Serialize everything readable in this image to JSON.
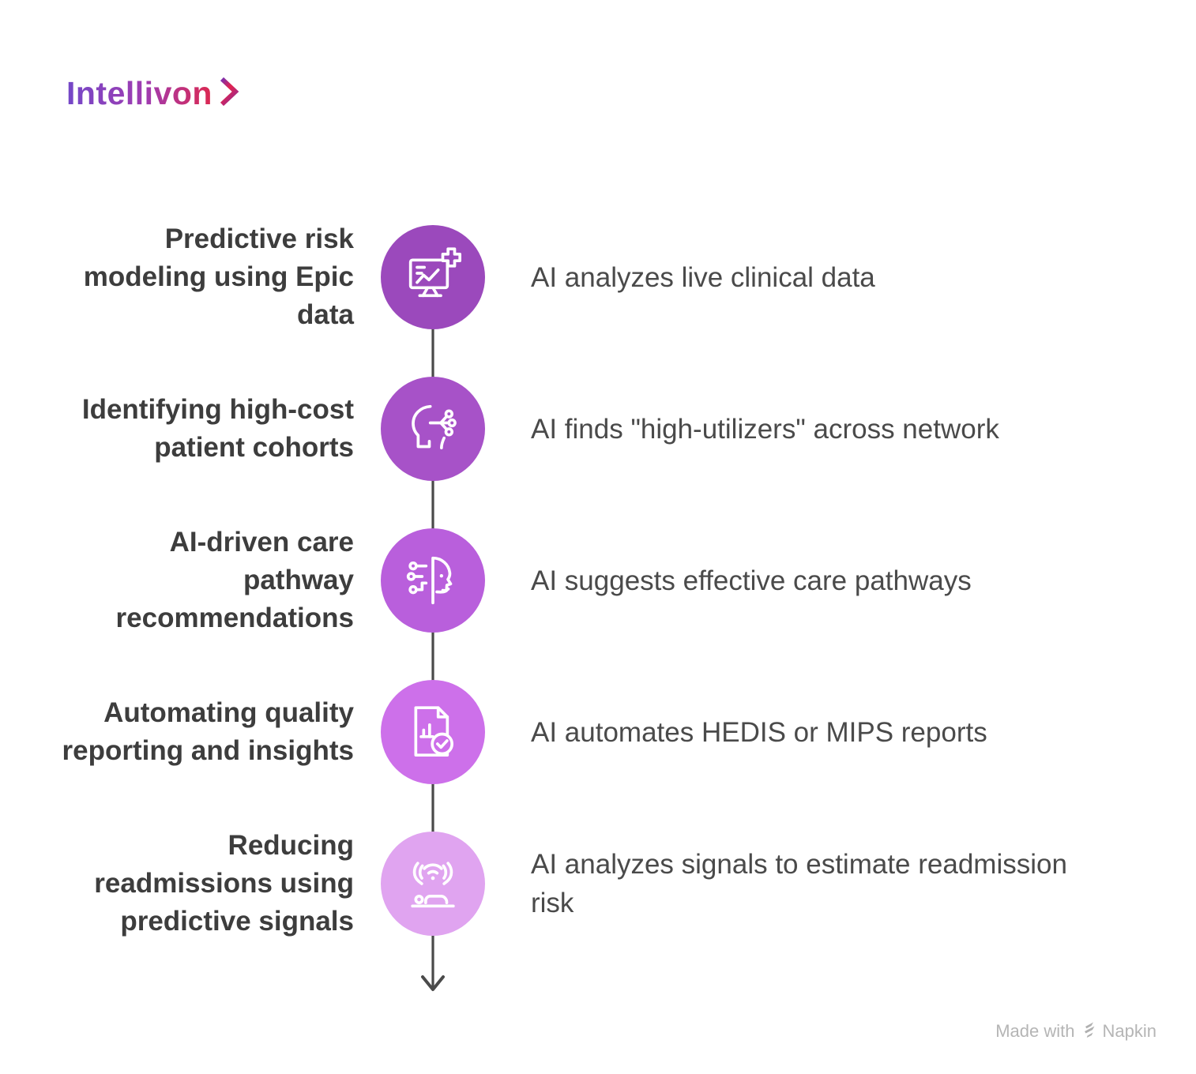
{
  "logo": {
    "text": "Intellivon",
    "chevron": "chevron-right"
  },
  "timeline": {
    "items": [
      {
        "title": "Predictive risk\nmodeling using Epic\ndata",
        "description": "AI analyzes live clinical data",
        "icon": "monitor-chart-medical-icon",
        "circle_color": "#9b49bc"
      },
      {
        "title": "Identifying high-cost\npatient cohorts",
        "description": "AI finds \"high-utilizers\" across network",
        "icon": "head-circuit-icon",
        "circle_color": "#a752c8"
      },
      {
        "title": "AI-driven care\npathway\nrecommendations",
        "description": "AI suggests effective care pathways",
        "icon": "face-circuit-icon",
        "circle_color": "#b95fdc"
      },
      {
        "title": "Automating quality\nreporting and insights",
        "description": "AI automates HEDIS or MIPS reports",
        "icon": "document-chart-check-icon",
        "circle_color": "#cd70ea"
      },
      {
        "title": "Reducing\nreadmissions using\npredictive signals",
        "description": "AI analyzes signals to estimate readmission\nrisk",
        "icon": "hands-signal-patient-icon",
        "circle_color": "#e0a4f0"
      }
    ]
  },
  "footer": {
    "made_with": "Made with",
    "brand": "Napkin"
  },
  "colors": {
    "title_text": "#3d3d3d",
    "description_text": "#4a4a4a",
    "spine": "#4a4a4a",
    "logo_gradient_start": "#7448c8",
    "logo_gradient_mid": "#a03bb0",
    "logo_gradient_end": "#dc2850",
    "footer_text": "#b5b5b5"
  }
}
